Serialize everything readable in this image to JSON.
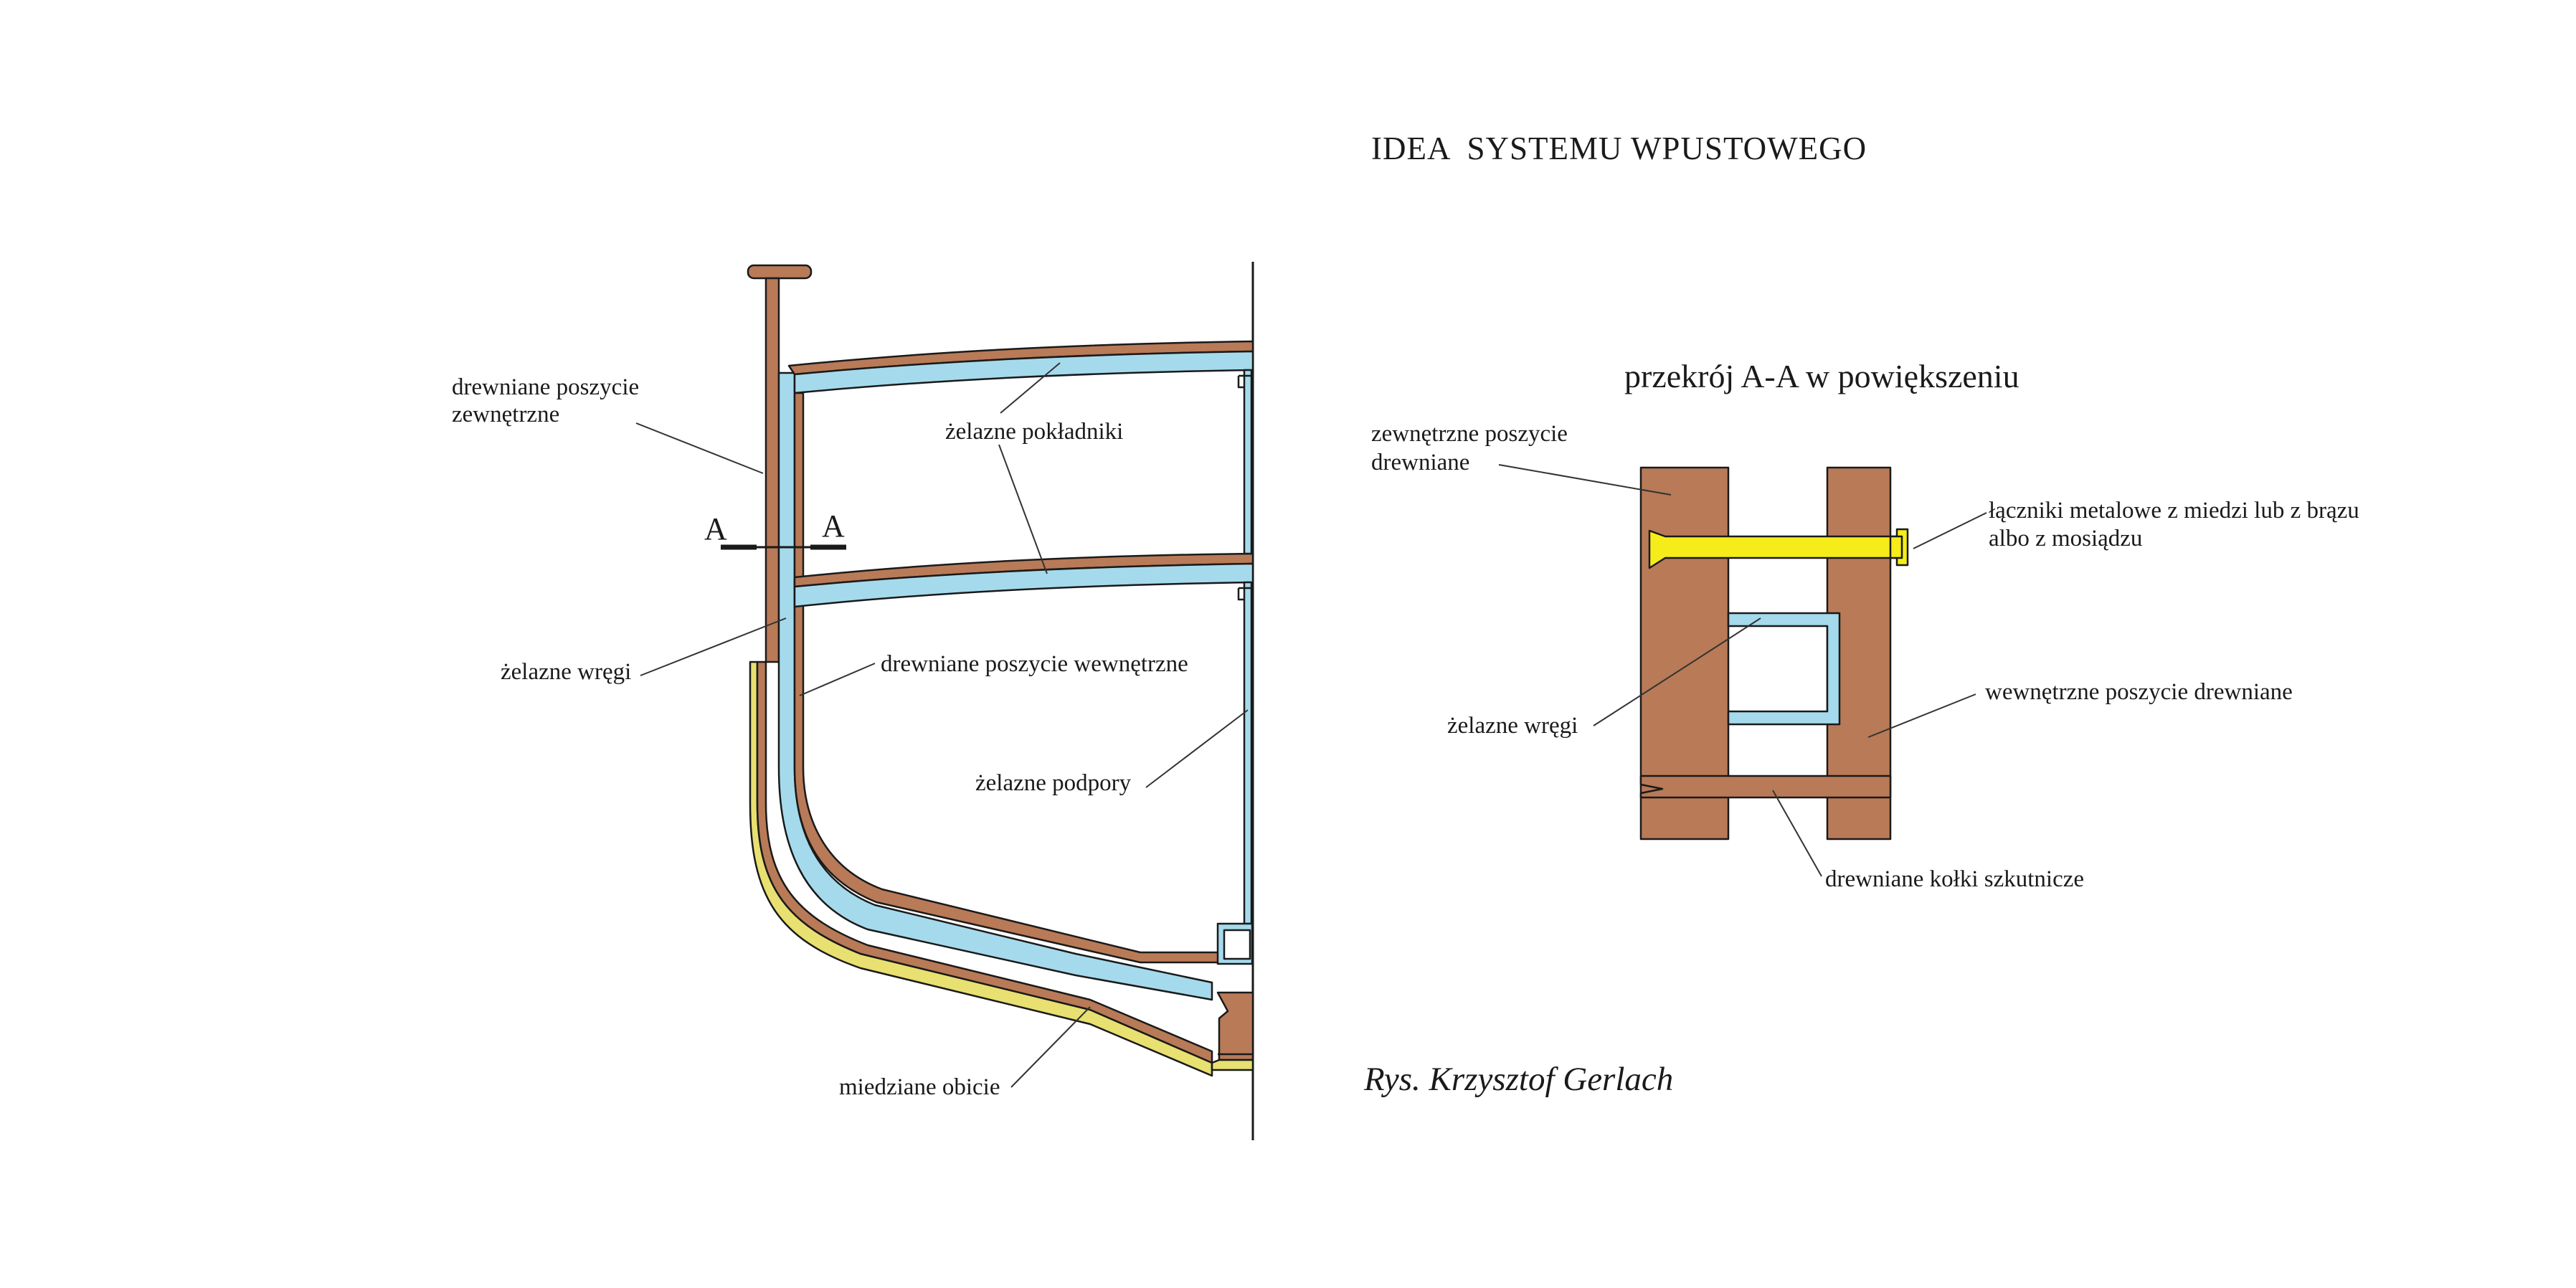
{
  "title": "IDEA  SYSTEMU WPUSTOWEGO",
  "section_title": "przekrój A-A w powiększeniu",
  "credit": "Rys. Krzysztof Gerlach",
  "section_marks": {
    "left": "A",
    "right": "A"
  },
  "main_labels": {
    "outer_planking_line1": "drewniane poszycie",
    "outer_planking_line2": "zewnętrzne",
    "iron_beams": "żelazne pokładniki",
    "iron_frames": "żelazne wręgi",
    "inner_planking": "drewniane poszycie wewnętrzne",
    "iron_pillars": "żelazne podpory",
    "copper_sheathing": "miedziane obicie"
  },
  "detail_labels": {
    "outer_planking_line1": "zewnętrzne poszycie",
    "outer_planking_line2": "drewniane",
    "fasteners_line1": "łączniki metalowe z miedzi lub z brązu",
    "fasteners_line2": "albo z mosiądzu",
    "iron_frames": "żelazne wręgi",
    "inner_planking": "wewnętrzne poszycie drewniane",
    "treenails": "drewniane kołki szkutnicze"
  },
  "colors": {
    "wood": "#b97a57",
    "iron": "#a5daec",
    "copper": "#e8e070",
    "brass": "#f5ec1a",
    "outline": "#1a1a1a"
  }
}
